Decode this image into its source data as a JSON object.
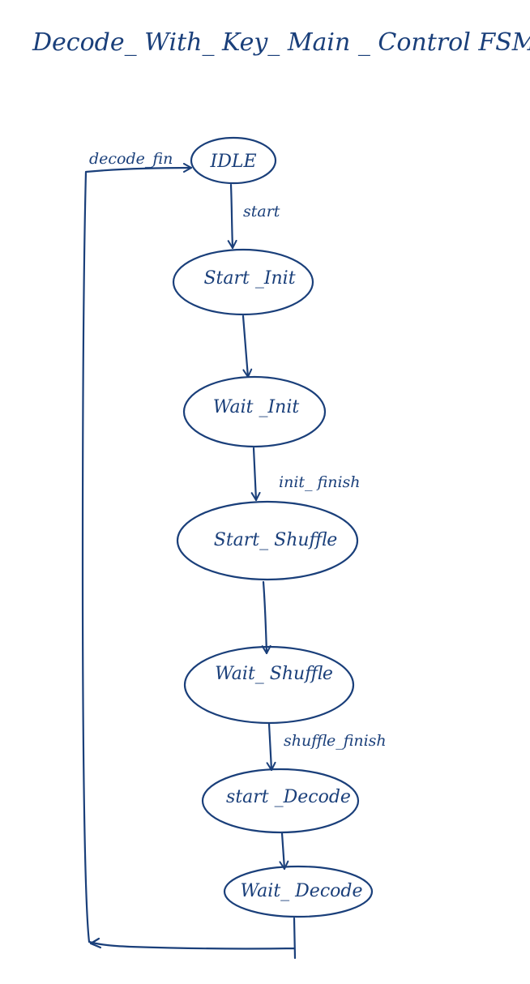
{
  "title": "Decode_ With_ Key_ Main _ Control FSM",
  "colors": {
    "ink": "#1a3f7a",
    "background": "#ffffff"
  },
  "states": [
    {
      "id": "idle",
      "label": "IDLE"
    },
    {
      "id": "start-init",
      "label": "Start _Init"
    },
    {
      "id": "wait-init",
      "label": "Wait _Init"
    },
    {
      "id": "start-shuffle",
      "label": "Start_ Shuffle"
    },
    {
      "id": "wait-shuffle",
      "label": "Wait_ Shuffle"
    },
    {
      "id": "start-decode",
      "label": "start _Decode"
    },
    {
      "id": "wait-decode",
      "label": "Wait_ Decode"
    }
  ],
  "transitions": [
    {
      "from": "idle",
      "to": "start-init",
      "label": "start"
    },
    {
      "from": "start-init",
      "to": "wait-init",
      "label": ""
    },
    {
      "from": "wait-init",
      "to": "start-shuffle",
      "label": "init_ finish"
    },
    {
      "from": "start-shuffle",
      "to": "wait-shuffle",
      "label": ""
    },
    {
      "from": "wait-shuffle",
      "to": "start-decode",
      "label": "shuffle_finish"
    },
    {
      "from": "start-decode",
      "to": "wait-decode",
      "label": ""
    },
    {
      "from": "wait-decode",
      "to": "idle",
      "label": "decode_fin"
    }
  ]
}
